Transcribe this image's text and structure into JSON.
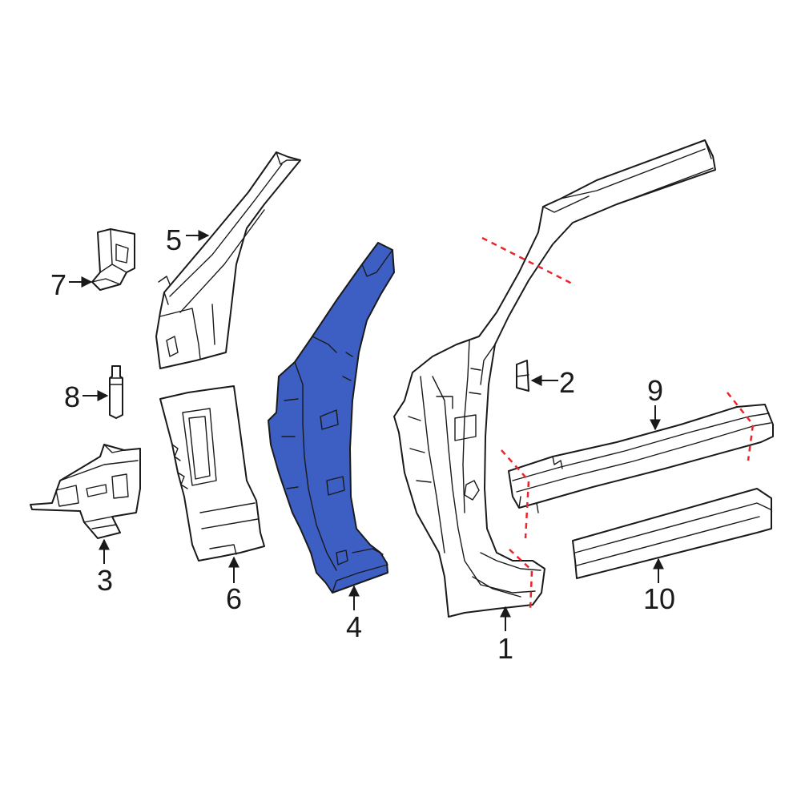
{
  "colors": {
    "highlight": "#3d5fc4",
    "outline": "#1a1a1a",
    "cutline": "#e8262b",
    "background": "#ffffff"
  },
  "callouts": [
    {
      "id": 1,
      "label": "1"
    },
    {
      "id": 2,
      "label": "2"
    },
    {
      "id": 3,
      "label": "3"
    },
    {
      "id": 4,
      "label": "4"
    },
    {
      "id": 5,
      "label": "5"
    },
    {
      "id": 6,
      "label": "6"
    },
    {
      "id": 7,
      "label": "7"
    },
    {
      "id": 8,
      "label": "8"
    },
    {
      "id": 9,
      "label": "9"
    },
    {
      "id": 10,
      "label": "10"
    }
  ],
  "highlighted_part": "4"
}
